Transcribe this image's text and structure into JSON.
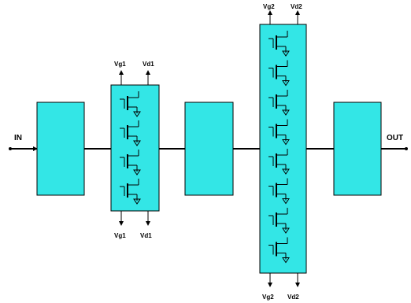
{
  "ports": {
    "input_label": "IN",
    "output_label": "OUT"
  },
  "stage1": {
    "top_gate_label": "Vg1",
    "top_drain_label": "Vd1",
    "bottom_gate_label": "Vg1",
    "bottom_drain_label": "Vd1",
    "transistor_count": 4
  },
  "stage2": {
    "top_gate_label": "Vg2",
    "top_drain_label": "Vd2",
    "bottom_gate_label": "Vg2",
    "bottom_drain_label": "Vd2",
    "transistor_count": 8
  },
  "colors": {
    "block_fill": "#33e6e6",
    "line": "#000000"
  }
}
